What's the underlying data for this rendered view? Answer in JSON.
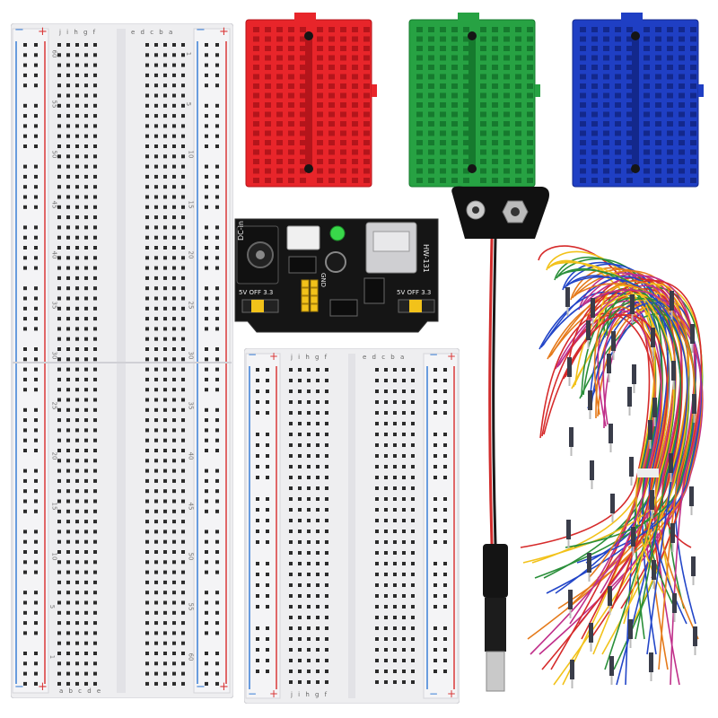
{
  "large_breadboard": {
    "rows_left": [
      "60",
      "55",
      "50",
      "45",
      "40",
      "35",
      "30",
      "25",
      "20",
      "15",
      "10",
      "5",
      "1"
    ],
    "rows_right": [
      "1",
      "5",
      "10",
      "15",
      "20",
      "25",
      "30",
      "35",
      "40",
      "45",
      "50",
      "55",
      "60"
    ],
    "cols_top_left": "j i h g f",
    "cols_top_right": "e d c b a",
    "cols_bottom_left": "a b c d e",
    "rail_plus": "+",
    "rail_minus": "−"
  },
  "small_breadboard": {
    "cols_top_left": "j i h g f",
    "cols_top_right": "e d c b a",
    "cols_bottom": "j i h g f",
    "rail_plus": "+",
    "rail_minus": "−"
  },
  "mini_breadboards": [
    {
      "color": "#e8252a",
      "dark": "#b4151b"
    },
    {
      "color": "#27a243",
      "dark": "#167a2e"
    },
    {
      "color": "#1f3fc4",
      "dark": "#13288c"
    }
  ],
  "power_module": {
    "model": "HW-131",
    "dc_label": "DC-in",
    "left_jumper": "5V OFF 3.3",
    "right_jumper": "5V OFF 3.3",
    "gnd_label": "GND",
    "pcb_color": "#151515",
    "led_color": "#39d84a"
  },
  "battery_clip": {
    "wire_colors": [
      "#d12b2b",
      "#1a1a1a"
    ]
  },
  "jumper_wires": {
    "colors": [
      "#d62b2b",
      "#f2c21a",
      "#2a8f3a",
      "#2346c8",
      "#e57a1a",
      "#c02f8a"
    ]
  }
}
